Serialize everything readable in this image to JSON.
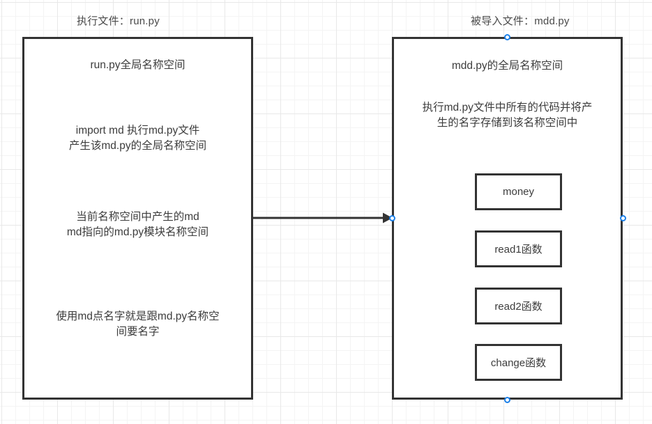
{
  "diagram": {
    "title": "Python module import namespace diagram",
    "background": {
      "grid_minor_color": "#f4f4f4",
      "grid_major_color": "#e8e8e8",
      "page_color": "#ffffff"
    },
    "colors": {
      "box_border": "#333333",
      "text": "#3c3c3c",
      "caption": "#4a4a4a",
      "handle_accent": "#1a7fe8"
    }
  },
  "left": {
    "caption": "执行文件：run.py",
    "title": "run.py全局名称空间",
    "import_note": "import md 执行md.py文件\n产生该md.py的全局名称空间",
    "current_note": "当前名称空间中产生的md\nmd指向的md.py模块名称空间",
    "dot_note": "使用md点名字就是跟md.py名称空\n间要名字"
  },
  "right": {
    "caption": "被导入文件：mdd.py",
    "title": "mdd.py的全局名称空间",
    "description": "执行md.py文件中所有的代码并将产\n生的名字存储到该名称空间中",
    "items": [
      {
        "label": "money"
      },
      {
        "label": "read1函数"
      },
      {
        "label": "read2函数"
      },
      {
        "label": "change函数"
      }
    ]
  },
  "connector": {
    "type": "arrow",
    "direction": "left-to-right",
    "from": "run.py全局名称空间",
    "to": "mdd.py的全局名称空间",
    "label": ""
  },
  "handles": [
    {
      "name": "arrow-endpoint",
      "position": "left-edge-of-mdd-box"
    },
    {
      "name": "mdd-right",
      "position": "right-edge-of-mdd-box"
    },
    {
      "name": "mdd-top",
      "position": "top-edge-of-mdd-box"
    },
    {
      "name": "mdd-bottom",
      "position": "bottom-edge-of-mdd-box"
    }
  ]
}
